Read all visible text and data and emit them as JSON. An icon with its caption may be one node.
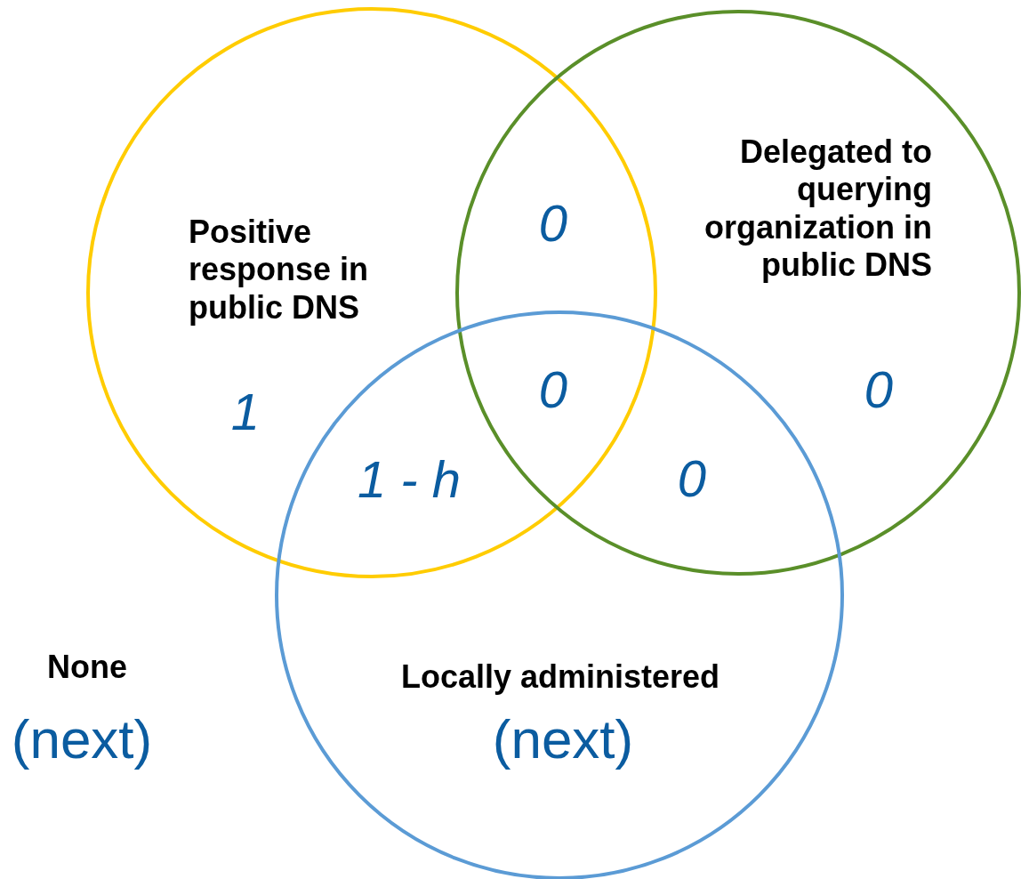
{
  "diagram": {
    "nodes": [
      {
        "text": [
          "Positive response in public DNS"
        ]
      },
      {
        "text": [
          "Delegated to querying organization in public DNS"
        ]
      },
      {
        "text": [
          "Locally administered"
        ]
      }
    ],
    "labels": [
      "0",
      "0",
      "0",
      "1",
      "1 - h",
      "0",
      "None",
      "(next)",
      "(next)"
    ]
  }
}
